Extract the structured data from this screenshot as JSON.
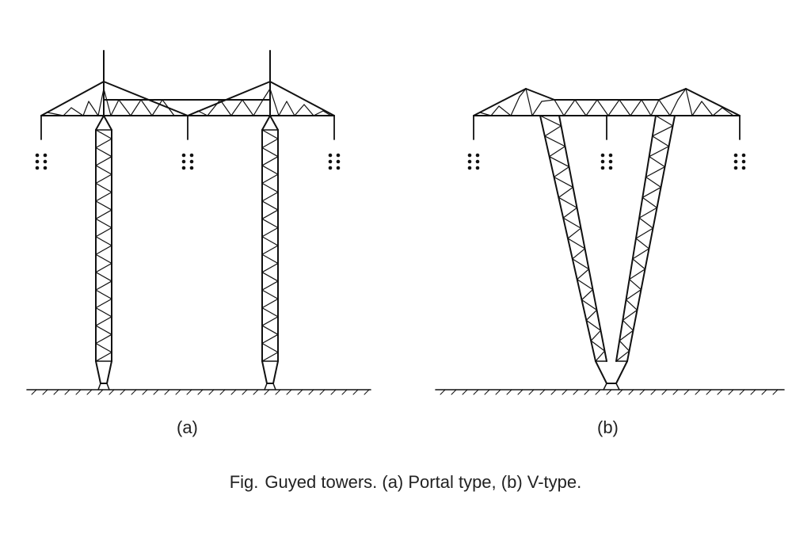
{
  "figure": {
    "label_a": "(a)",
    "label_b": "(b)",
    "caption_prefix": "Fig.",
    "caption_text": "Guyed towers. (a) Portal type, (b) V-type."
  },
  "colors": {
    "line": "#111111",
    "background": "#ffffff"
  }
}
